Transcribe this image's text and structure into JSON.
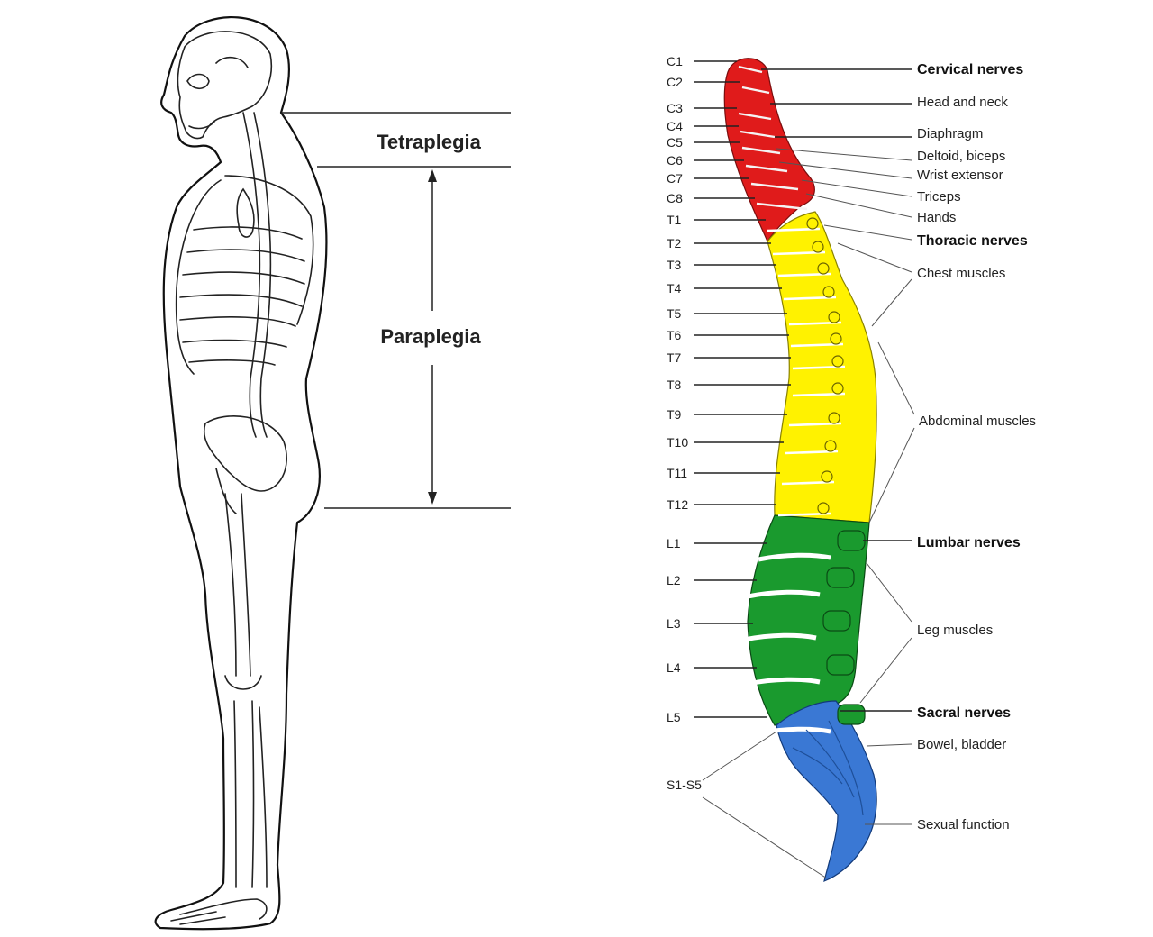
{
  "regions": {
    "tetraplegia": "Tetraplegia",
    "paraplegia": "Paraplegia"
  },
  "vertebrae": {
    "cervical": [
      "C1",
      "C2",
      "C3",
      "C4",
      "C5",
      "C6",
      "C7",
      "C8"
    ],
    "thoracic": [
      "T1",
      "T2",
      "T3",
      "T4",
      "T5",
      "T6",
      "T7",
      "T8",
      "T9",
      "T10",
      "T11",
      "T12"
    ],
    "lumbar": [
      "L1",
      "L2",
      "L3",
      "L4",
      "L5"
    ],
    "sacral": "S1-S5"
  },
  "functions": {
    "cervical_nerves": "Cervical nerves",
    "head_neck": "Head and neck",
    "diaphragm": "Diaphragm",
    "deltoid_biceps": "Deltoid, biceps",
    "wrist_extensor": "Wrist extensor",
    "triceps": "Triceps",
    "hands": "Hands",
    "thoracic_nerves": "Thoracic nerves",
    "chest_muscles": "Chest muscles",
    "abdominal_muscles": "Abdominal muscles",
    "lumbar_nerves": "Lumbar nerves",
    "leg_muscles": "Leg muscles",
    "sacral_nerves": "Sacral nerves",
    "bowel_bladder": "Bowel, bladder",
    "sexual_function": "Sexual function"
  },
  "colors": {
    "cervical": "#e01b1b",
    "thoracic": "#fff200",
    "lumbar": "#1a9a2e",
    "sacral": "#3a78d4"
  }
}
